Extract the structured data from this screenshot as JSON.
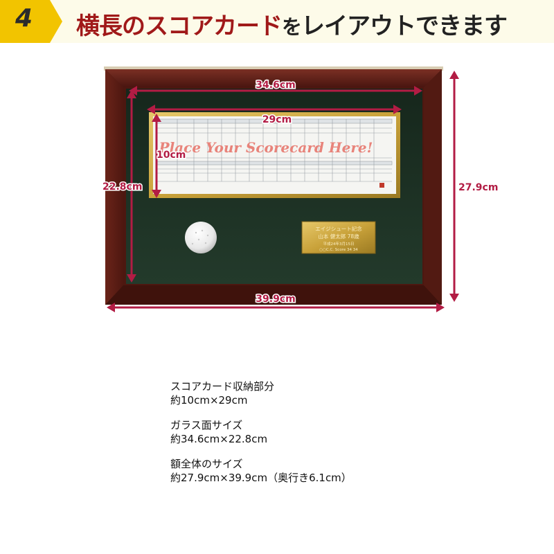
{
  "header": {
    "step_number": "4",
    "title_part1": "横長のスコアカード",
    "title_part2": "を",
    "title_part3": "レイアウトできます",
    "colors": {
      "badge": "#f2c400",
      "title_red": "#a01919",
      "title_dark": "#222222",
      "background": "#fdfbe9"
    }
  },
  "diagram": {
    "placeholder_text": "Place Your Scorecard Here!",
    "dimensions": {
      "glass_width": "34.6cm",
      "card_width": "29cm",
      "card_height": "10cm",
      "glass_height": "22.8cm",
      "frame_height": "27.9cm",
      "frame_width": "39.9cm"
    },
    "plate_lines": [
      "エイジシュート記念",
      "山本 健太郎 78歳",
      "平成24年3月15日",
      "○○C.C. Score 34 34"
    ],
    "colors": {
      "frame": "#5c1e16",
      "felt": "#1f3326",
      "arrow": "#b21c44",
      "brass": "#c9a23a"
    }
  },
  "specs": [
    {
      "label": "スコアカード収納部分",
      "value": "約10cm×29cm"
    },
    {
      "label": "ガラス面サイズ",
      "value": "約34.6cm×22.8cm"
    },
    {
      "label": "額全体のサイズ",
      "value": "約27.9cm×39.9cm（奥行き6.1cm）"
    }
  ]
}
